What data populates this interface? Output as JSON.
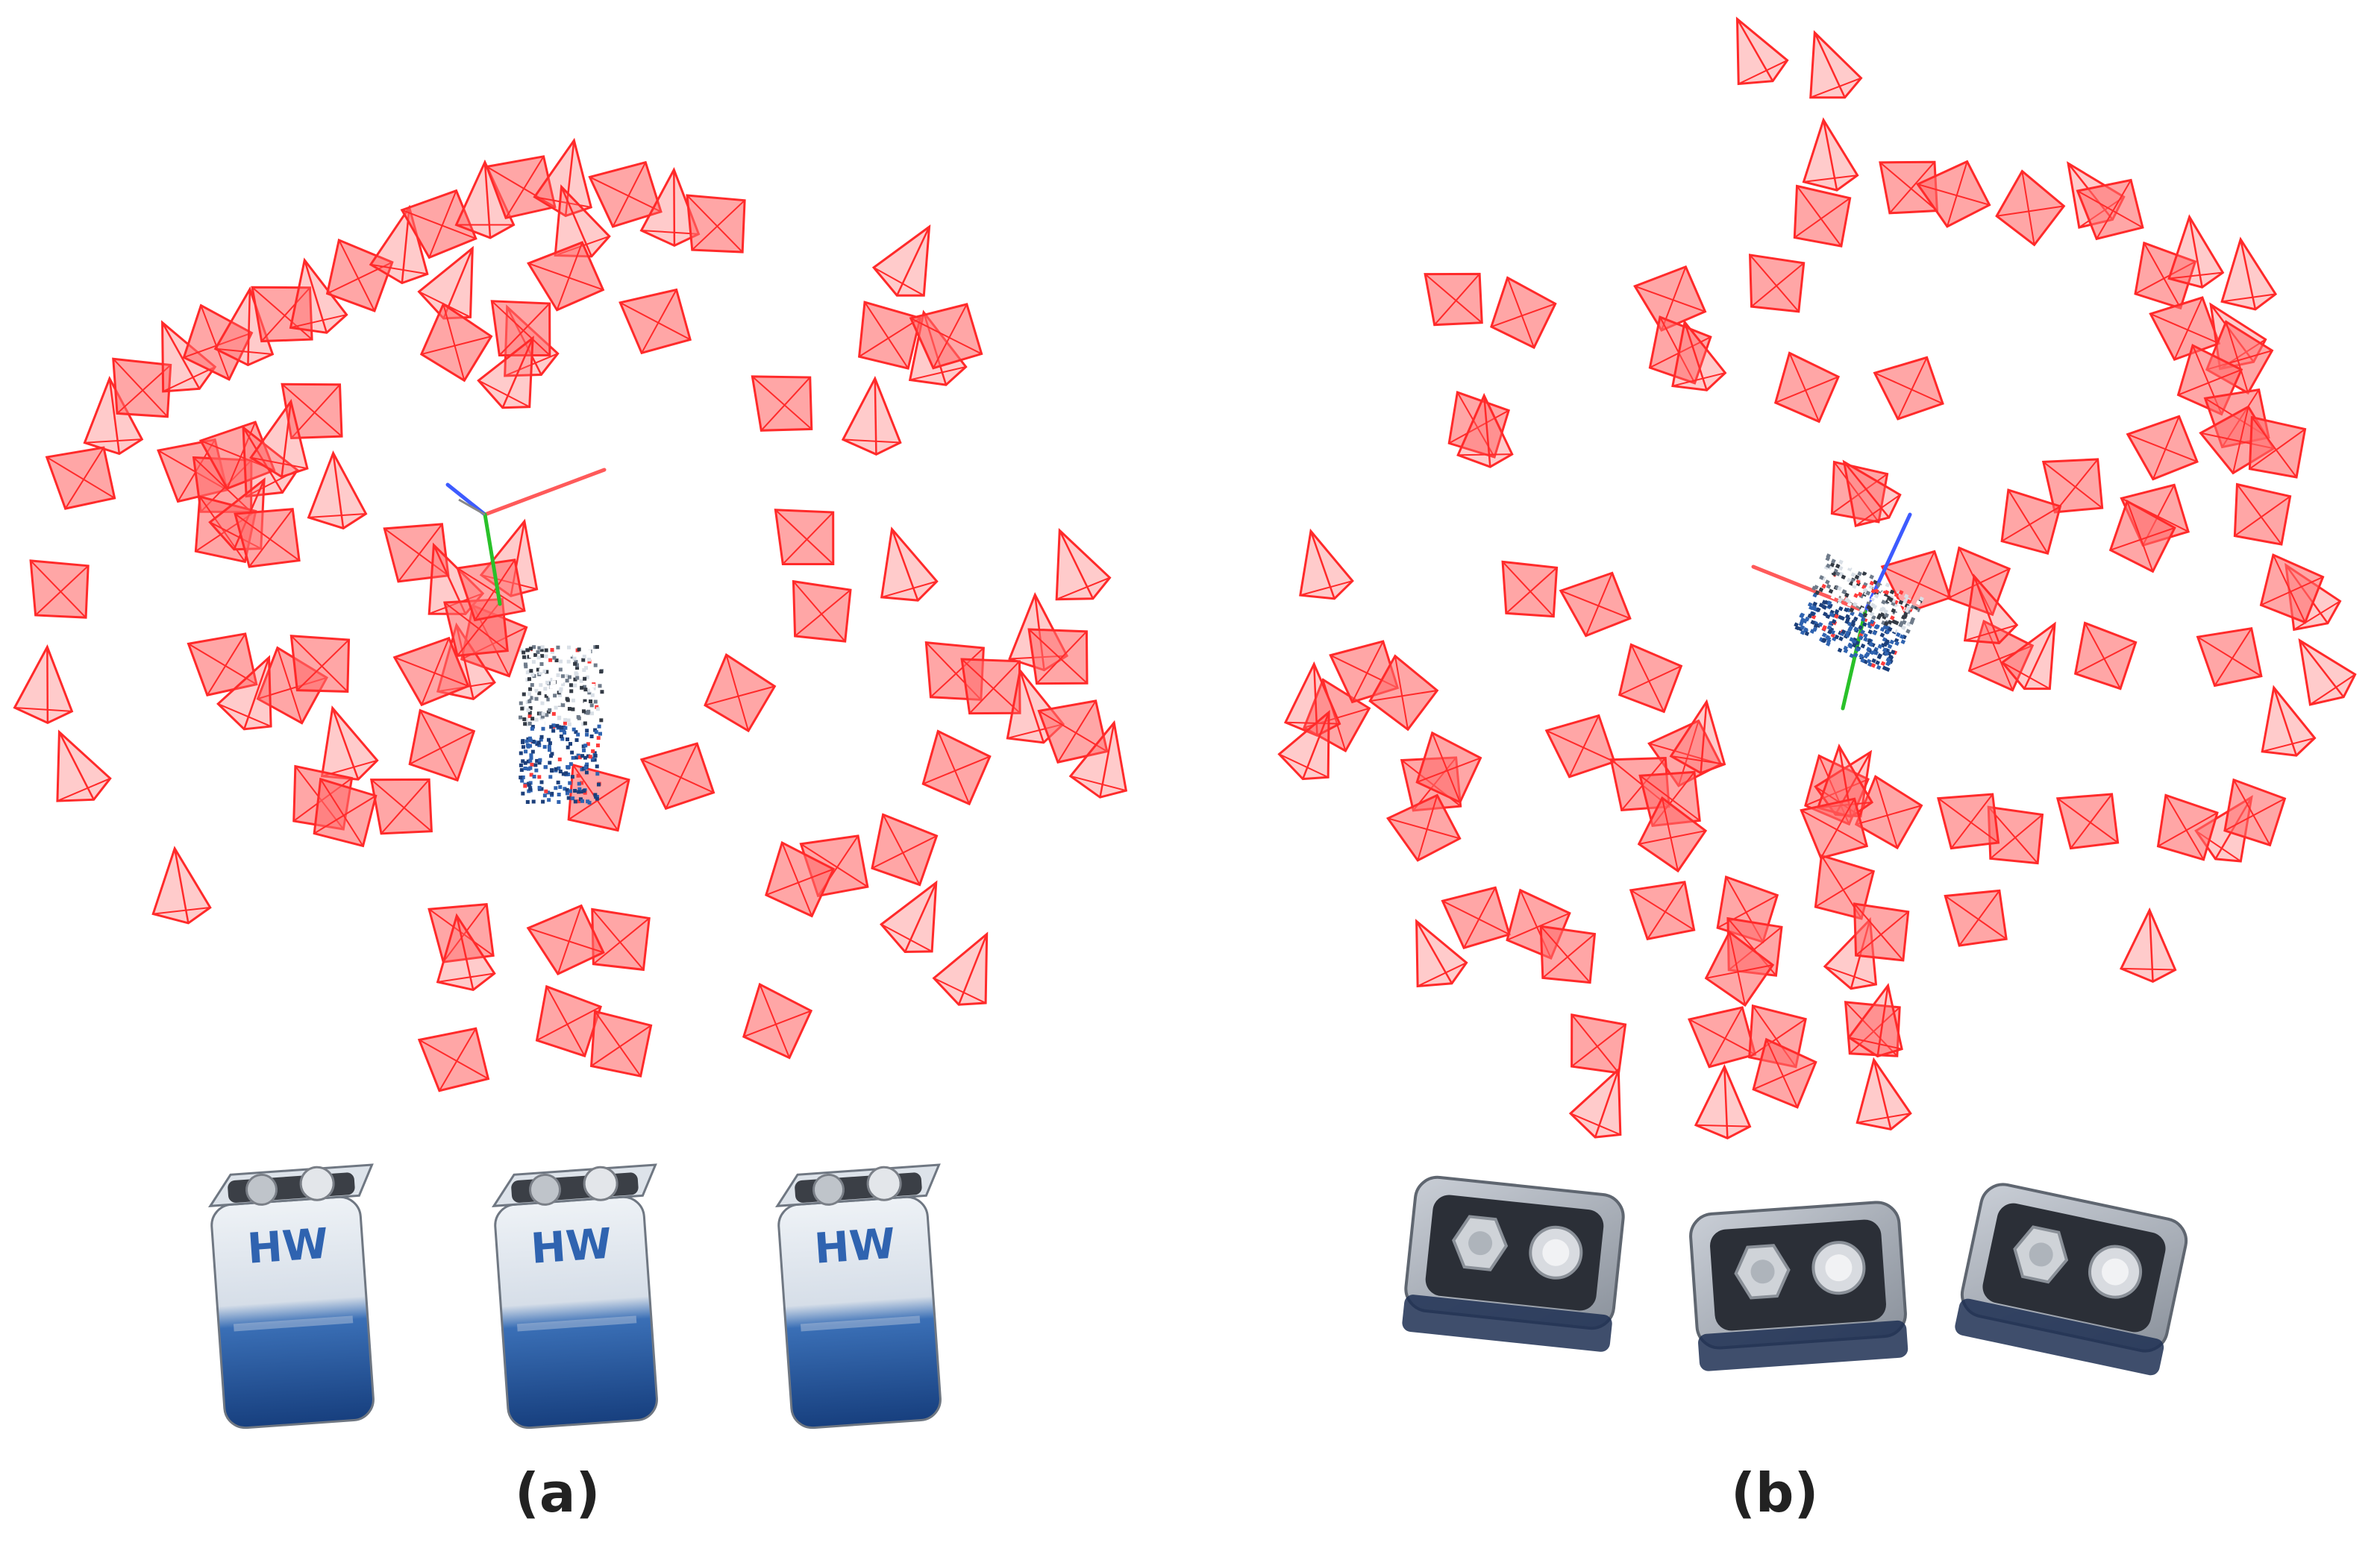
{
  "panels": [
    {
      "label": "(a)",
      "view": "side",
      "battery_brand_text": "HW"
    },
    {
      "label": "(b)",
      "view": "top"
    }
  ],
  "colors": {
    "camera": "#ff2a2a",
    "camera_fill": "#ff6b6b",
    "axis_x": "#ff5a5a",
    "axis_y": "#29c129",
    "axis_z": "#3d5bff",
    "battery_blue": "#1d4f9a",
    "battery_white": "#e6ecf2"
  },
  "icons": [
    "camera-frustum-icon",
    "axis-triad-icon",
    "battery-9v-icon"
  ]
}
